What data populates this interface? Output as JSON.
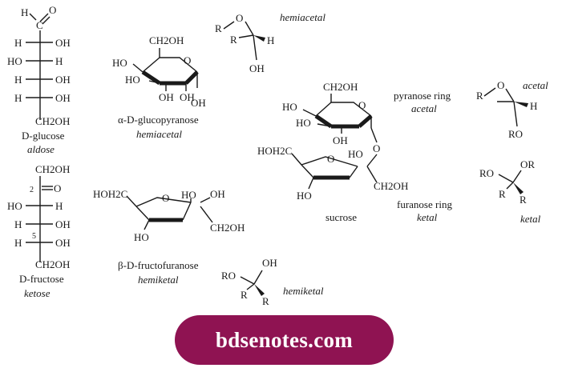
{
  "glucose": {
    "c1_h": "H",
    "c1_o": "O",
    "rows": [
      {
        "left": "H",
        "right": "OH"
      },
      {
        "left": "HO",
        "right": "H"
      },
      {
        "left": "H",
        "right": "OH"
      },
      {
        "left": "H",
        "right": "OH"
      }
    ],
    "bottom": "CH2OH",
    "name": "D-glucose",
    "class": "aldose"
  },
  "fructose": {
    "top": "CH2OH",
    "c2_num": "2",
    "c2_o": "O",
    "rows": [
      {
        "left": "HO",
        "right": "H"
      },
      {
        "left": "H",
        "right": "OH"
      },
      {
        "left": "H",
        "right": "OH"
      }
    ],
    "c5_num": "5",
    "bottom": "CH2OH",
    "name": "D-fructose",
    "class": "ketose"
  },
  "glucopyranose": {
    "ch2oh": "CH2OH",
    "ring_o": "O",
    "oh_labels": [
      "HO",
      "HO",
      "OH",
      "OH",
      "OH"
    ],
    "name": "α-D-glucopyranose",
    "class": "hemiacetal"
  },
  "fructofuranose": {
    "left_group": "HOH2C",
    "ring_o": "O",
    "oh_top1": "HO",
    "oh_top2": "OH",
    "oh_bottom": "HO",
    "ch2oh": "CH2OH",
    "name": "β-D-fructofuranose",
    "class": "hemiketal"
  },
  "sucrose": {
    "ch2oh_top": "CH2OH",
    "ring_o_top": "O",
    "ho_1": "HO",
    "ho_2": "HO",
    "oh_1": "OH",
    "bridge_o": "O",
    "left_group": "HOH2C",
    "ring_o_bottom": "O",
    "ho_3": "HO",
    "ho_4": "HO",
    "ch2oh_bottom": "CH2OH",
    "name": "sucrose",
    "pyranose_label": "pyranose ring",
    "pyranose_type": "acetal",
    "furanose_label": "furanose ring",
    "furanose_type": "ketal"
  },
  "general": {
    "hemiacetal": {
      "r1": "R",
      "o": "O",
      "r2": "R",
      "h": "H",
      "oh": "OH",
      "label": "hemiacetal"
    },
    "acetal": {
      "r1": "R",
      "o": "O",
      "h": "H",
      "ro": "RO",
      "label": "acetal"
    },
    "ketal": {
      "ro": "RO",
      "or": "OR",
      "r1": "R",
      "r2": "R",
      "label": "ketal"
    },
    "hemiketal": {
      "ro": "RO",
      "oh": "OH",
      "r1": "R",
      "r2": "R",
      "label": "hemiketal"
    }
  },
  "banner": {
    "text": "bdsenotes.com"
  }
}
